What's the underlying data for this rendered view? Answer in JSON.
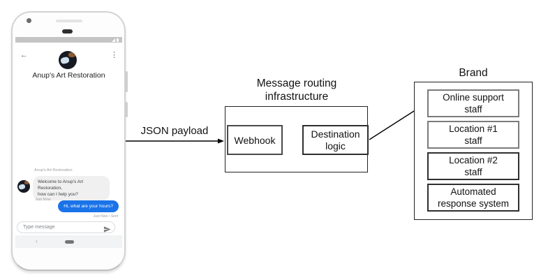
{
  "diagram": {
    "payload_arrow_label": "JSON payload",
    "routing": {
      "title": "Message routing\ninfrastructure",
      "webhook": "Webhook",
      "destination": "Destination\nlogic"
    },
    "brand": {
      "title": "Brand",
      "items": [
        "Online support\nstaff",
        "Location #1\nstaff",
        "Location #2\nstaff",
        "Automated\nresponse system"
      ]
    }
  },
  "phone": {
    "header": {
      "title": "Anup's Art Restoration",
      "back_icon": "←",
      "menu_icon": "⋮"
    },
    "chat": {
      "sender_label": "Anup's Art Restoration",
      "incoming_message": "Welcome to Anup's Art Restoration,\nhow can I help you?",
      "incoming_time": "Just Now",
      "outgoing_message": "Hi, what are your hours?",
      "outgoing_status": "Just Now • Sent"
    },
    "composer": {
      "placeholder": "Type message"
    },
    "nav": {
      "back_icon": "‹"
    }
  },
  "colors": {
    "outgoing_bubble": "#1a73e8",
    "incoming_bubble": "#f0f0f0",
    "status_bar": "#c4c4c4",
    "diagram_line": "#000000"
  }
}
